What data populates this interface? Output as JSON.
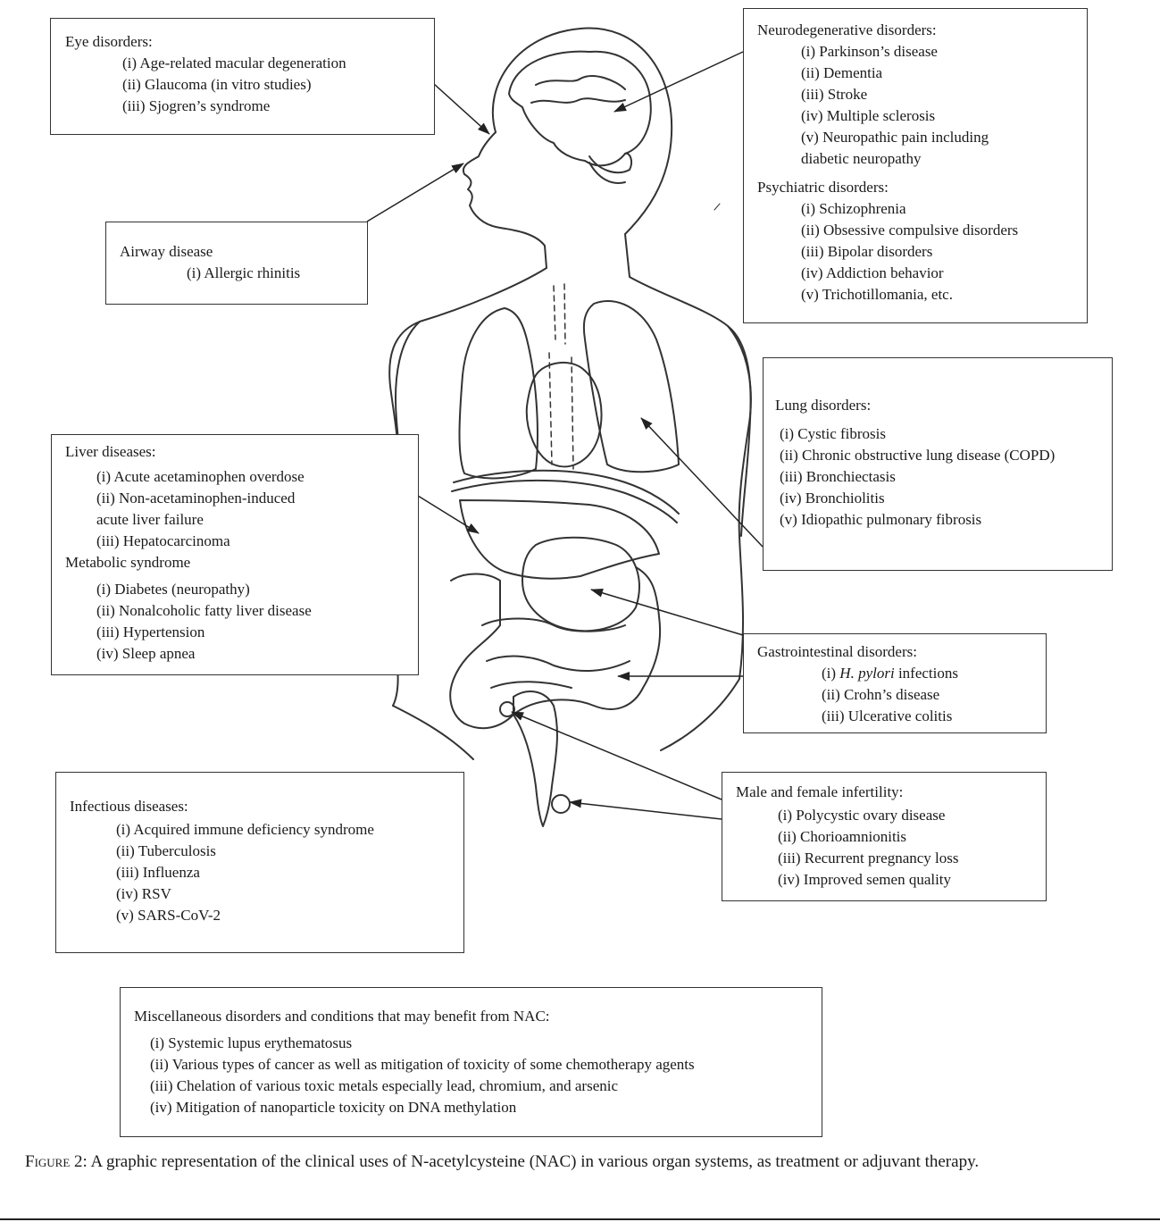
{
  "eye": {
    "title": "Eye disorders:",
    "items": [
      "(i) Age-related macular degeneration",
      "(ii) Glaucoma (in vitro studies)",
      "(iii) Sjogren’s syndrome"
    ]
  },
  "neuro": {
    "title": "Neurodegenerative disorders:",
    "items": [
      "(i) Parkinson’s disease",
      "(ii) Dementia",
      "(iii) Stroke",
      "(iv) Multiple sclerosis",
      "(v) Neuropathic pain including",
      "diabetic neuropathy"
    ],
    "title2": "Psychiatric disorders:",
    "items2": [
      "(i) Schizophrenia",
      "(ii) Obsessive compulsive disorders",
      "(iii) Bipolar disorders",
      "(iv) Addiction behavior",
      "(v) Trichotillomania, etc."
    ]
  },
  "airway": {
    "title": "Airway disease",
    "items": [
      "(i) Allergic rhinitis"
    ]
  },
  "lung": {
    "title": "Lung disorders:",
    "items": [
      "(i) Cystic fibrosis",
      "(ii) Chronic obstructive lung disease (COPD)",
      "(iii) Bronchiectasis",
      "(iv) Bronchiolitis",
      "(v) Idiopathic pulmonary fibrosis"
    ]
  },
  "liver": {
    "title": "Liver diseases:",
    "items": [
      "(i) Acute acetaminophen overdose",
      "(ii) Non-acetaminophen-induced",
      "acute liver failure",
      "(iii) Hepatocarcinoma"
    ],
    "title2": "Metabolic syndrome",
    "items2": [
      "(i) Diabetes (neuropathy)",
      "(ii) Nonalcoholic fatty liver disease",
      "(iii) Hypertension",
      "(iv) Sleep apnea"
    ]
  },
  "gi": {
    "title": "Gastrointestinal disorders:",
    "item1_prefix": "(i) ",
    "item1_italic": "H. pylori",
    "item1_suffix": " infections",
    "items": [
      "(ii) Crohn’s disease",
      "(iii) Ulcerative colitis"
    ]
  },
  "infectious": {
    "title": "Infectious diseases:",
    "items": [
      "(i) Acquired immune deficiency syndrome",
      "(ii) Tuberculosis",
      "(iii) Influenza",
      "(iv) RSV",
      "(v) SARS-CoV-2"
    ]
  },
  "fertility": {
    "title": "Male and female infertility:",
    "items": [
      "(i) Polycystic ovary disease",
      "(ii) Chorioamnionitis",
      "(iii) Recurrent pregnancy loss",
      "(iv) Improved semen quality"
    ]
  },
  "misc": {
    "title": "Miscellaneous disorders and conditions that may benefit from NAC:",
    "items": [
      "(i) Systemic lupus erythematosus",
      "(ii) Various types of cancer as well as mitigation of toxicity of some chemotherapy agents",
      "(iii) Chelation of various toxic metals especially lead, chromium, and arsenic",
      "(iv) Mitigation of nanoparticle toxicity on DNA methylation"
    ]
  },
  "caption": {
    "label": "Figure 2:",
    "text": " A graphic representation of the clinical uses of N-acetylcysteine (NAC) in various organ systems, as treatment or adjuvant therapy."
  }
}
